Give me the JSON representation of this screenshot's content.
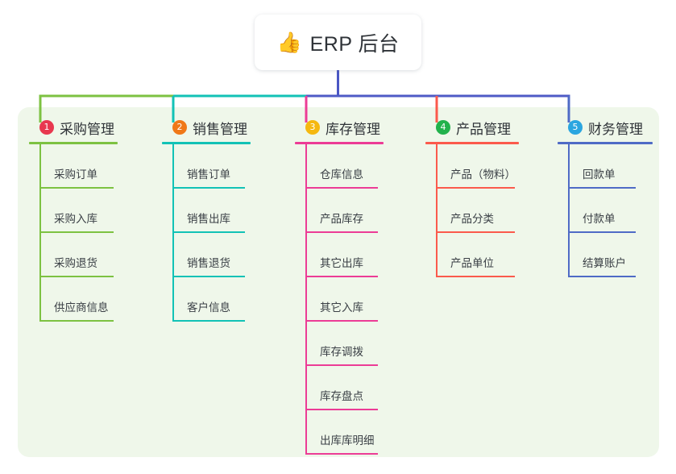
{
  "root": {
    "icon": "thumbs-up-icon",
    "emoji": "👍",
    "label": "ERP 后台"
  },
  "palette": {
    "panel_background": "#eff7ea",
    "page_background": "#ffffff",
    "root_stem": "#4a56c4",
    "trunk_blue": "#4f5bc6",
    "text": "#2f3338"
  },
  "branches": [
    {
      "number": "1",
      "title": "采购管理",
      "badge_color": "#e8384f",
      "line_color": "#7dc242",
      "items": [
        "采购订单",
        "采购入库",
        "采购退货",
        "供应商信息"
      ]
    },
    {
      "number": "2",
      "title": "销售管理",
      "badge_color": "#f07818",
      "line_color": "#12c2b6",
      "items": [
        "销售订单",
        "销售出库",
        "销售退货",
        "客户信息"
      ]
    },
    {
      "number": "3",
      "title": "库存管理",
      "badge_color": "#f5b810",
      "line_color": "#ec3c96",
      "items": [
        "仓库信息",
        "产品库存",
        "其它出库",
        "其它入库",
        "库存调拨",
        "库存盘点",
        "出库库明细"
      ]
    },
    {
      "number": "4",
      "title": "产品管理",
      "badge_color": "#22b24c",
      "line_color": "#fb5a4c",
      "items": [
        "产品（物料）",
        "产品分类",
        "产品单位"
      ]
    },
    {
      "number": "5",
      "title": "财务管理",
      "badge_color": "#2ba6e0",
      "line_color": "#4f6bc6",
      "items": [
        "回款单",
        "付款单",
        "结算账户"
      ]
    }
  ]
}
